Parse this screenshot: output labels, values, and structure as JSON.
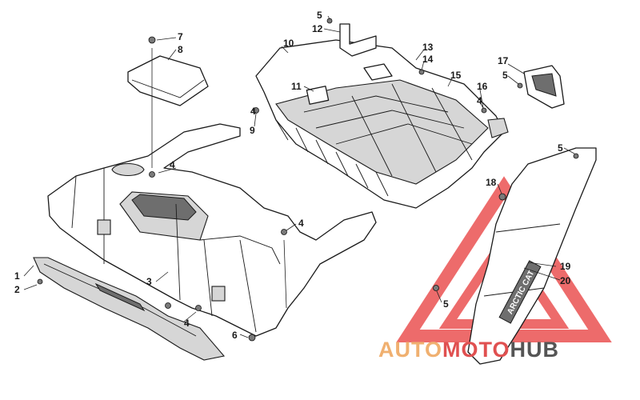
{
  "diagram": {
    "callouts": [
      "1",
      "2",
      "3",
      "4",
      "4",
      "4",
      "4",
      "4",
      "5",
      "5",
      "5",
      "5",
      "6",
      "7",
      "8",
      "9",
      "10",
      "11",
      "12",
      "13",
      "14",
      "15",
      "16",
      "17",
      "18",
      "19",
      "20"
    ]
  },
  "watermark": {
    "part1": "AUTO",
    "part2": "MOTO",
    "part3": "HUB",
    "color1": "#f0b070",
    "color2": "#e05050",
    "color3": "#555555",
    "triangle_color": "#e83a3a"
  },
  "decal": {
    "text": "ARCTIC CAT"
  }
}
